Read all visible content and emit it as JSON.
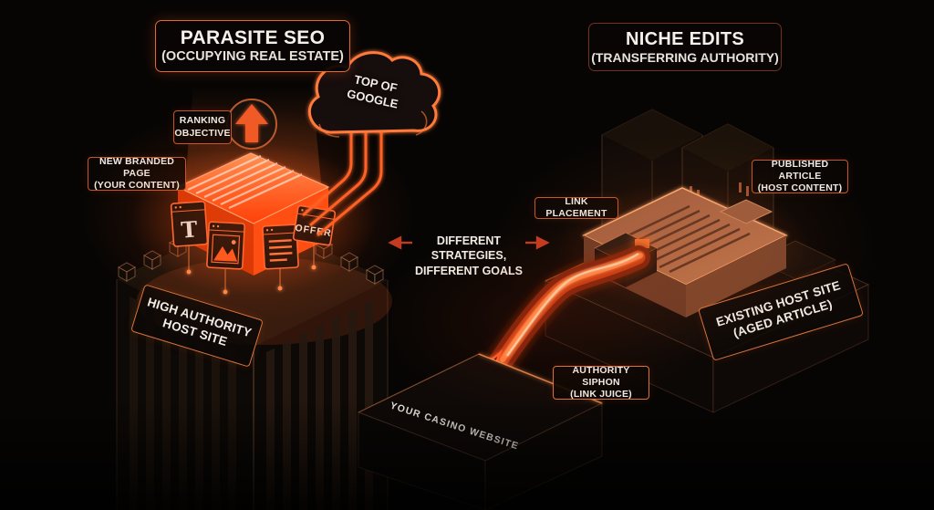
{
  "titles": {
    "parasite": {
      "title": "PARASITE SEO",
      "subtitle": "(OCCUPYING REAL ESTATE)"
    },
    "niche": {
      "title": "NICHE EDITS",
      "subtitle": "(TRANSFERRING AUTHORITY)"
    }
  },
  "cloud": {
    "line1": "TOP OF",
    "line2": "GOOGLE"
  },
  "labels": {
    "ranking_objective": {
      "line1": "RANKING",
      "line2": "OBJECTIVE"
    },
    "new_branded_page": {
      "line1": "NEW BRANDED PAGE",
      "line2": "(YOUR CONTENT)"
    },
    "high_authority_host": {
      "line1": "HIGH AUTHORITY",
      "line2": "HOST SITE"
    },
    "center_divider": {
      "line1": "DIFFERENT STRATEGIES,",
      "line2": "DIFFERENT GOALS"
    },
    "link_placement": {
      "text": "LINK PLACEMENT"
    },
    "published_article": {
      "line1": "PUBLISHED ARTICLE",
      "line2": "(HOST CONTENT)"
    },
    "existing_host_site": {
      "line1": "EXISTING HOST SITE",
      "line2": "(AGED ARTICLE)"
    },
    "authority_siphon": {
      "line1": "AUTHORITY SIPHON",
      "line2": "(LINK JUICE)"
    },
    "your_casino_website": {
      "text": "YOUR CASINO WEBSITE"
    }
  },
  "cards": {
    "typography": "T",
    "offer": "OFFER"
  },
  "colors": {
    "accent": "#ff5a1f",
    "glow": "#ff7a3a",
    "label_border": "#c4572b",
    "background": "#070504",
    "text": "#f2ece6",
    "box_hot": "#ff4505"
  }
}
